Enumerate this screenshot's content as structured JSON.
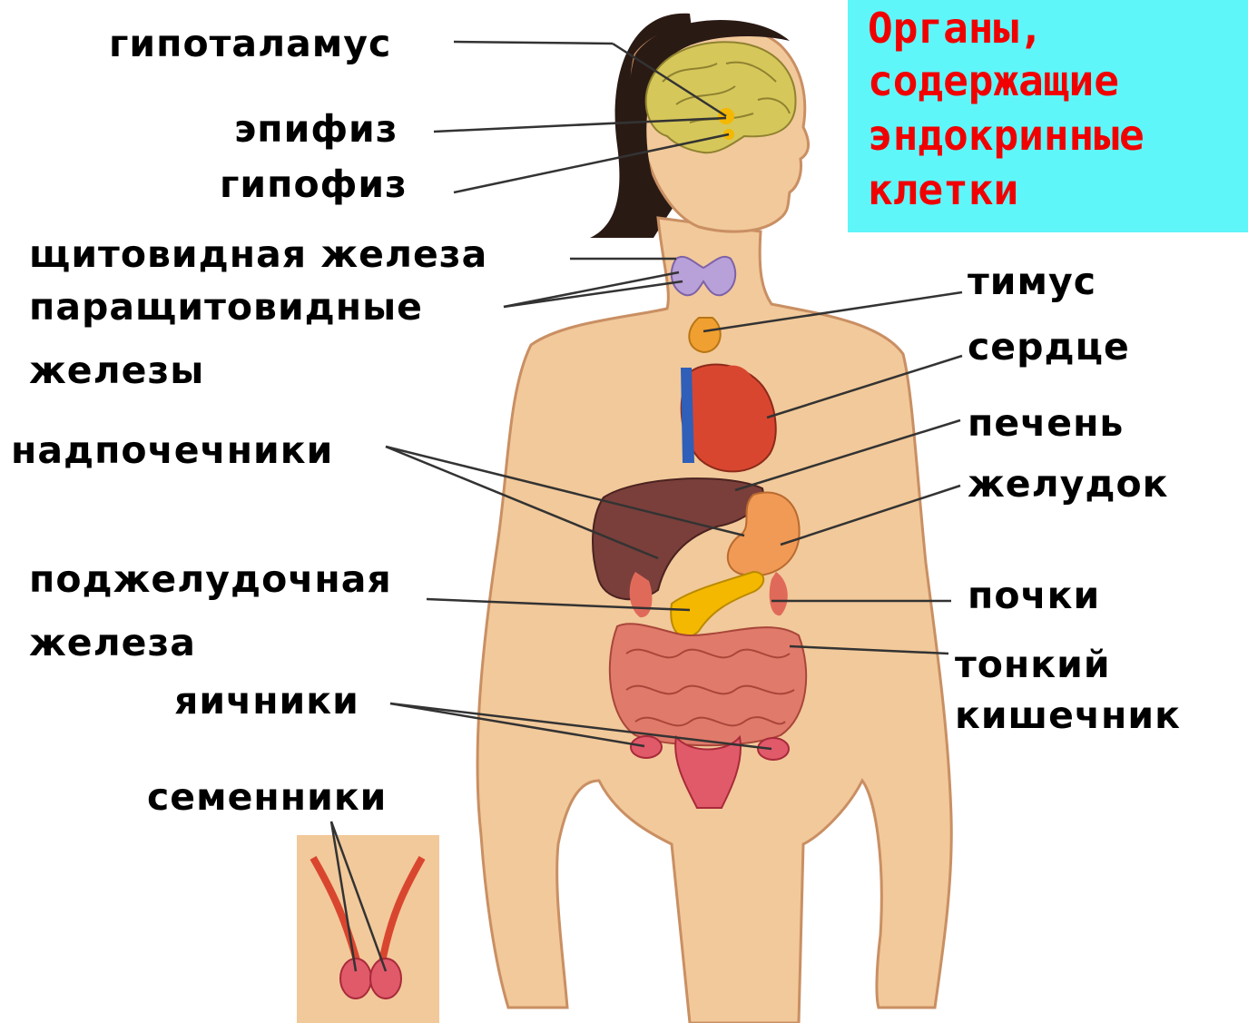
{
  "title": {
    "lines": [
      "Органы,",
      "содержащие",
      "эндокринные",
      "клетки"
    ],
    "text_color": "#f00000",
    "background": "#5ff6fa"
  },
  "labels": {
    "hypothalamus": "гипоталамус",
    "pineal": "эпифиз",
    "pituitary": "гипофиз",
    "thyroid": "щитовидная железа",
    "parathyroid_1": "паращитовидные",
    "parathyroid_2": "железы",
    "adrenals": "надпочечники",
    "pancreas_1": "поджелудочная",
    "pancreas_2": "железа",
    "ovaries": "яичники",
    "testes": "семенники",
    "thymus": "тимус",
    "heart": "сердце",
    "liver": "печень",
    "stomach": "желудок",
    "kidneys": "почки",
    "small_intestine_1": "тонкий",
    "small_intestine_2": "кишечник"
  },
  "colors": {
    "skin": "#f2c99a",
    "hair": "#2a1a14",
    "brain": "#d6c75a",
    "gland": "#f5b800",
    "heart": "#d9462f",
    "vessels": "#2f5fb8",
    "liver": "#7a3f3a",
    "intestine": "#e07a6a",
    "thyroid": "#b8a0d8",
    "leader_line": "#333333"
  }
}
